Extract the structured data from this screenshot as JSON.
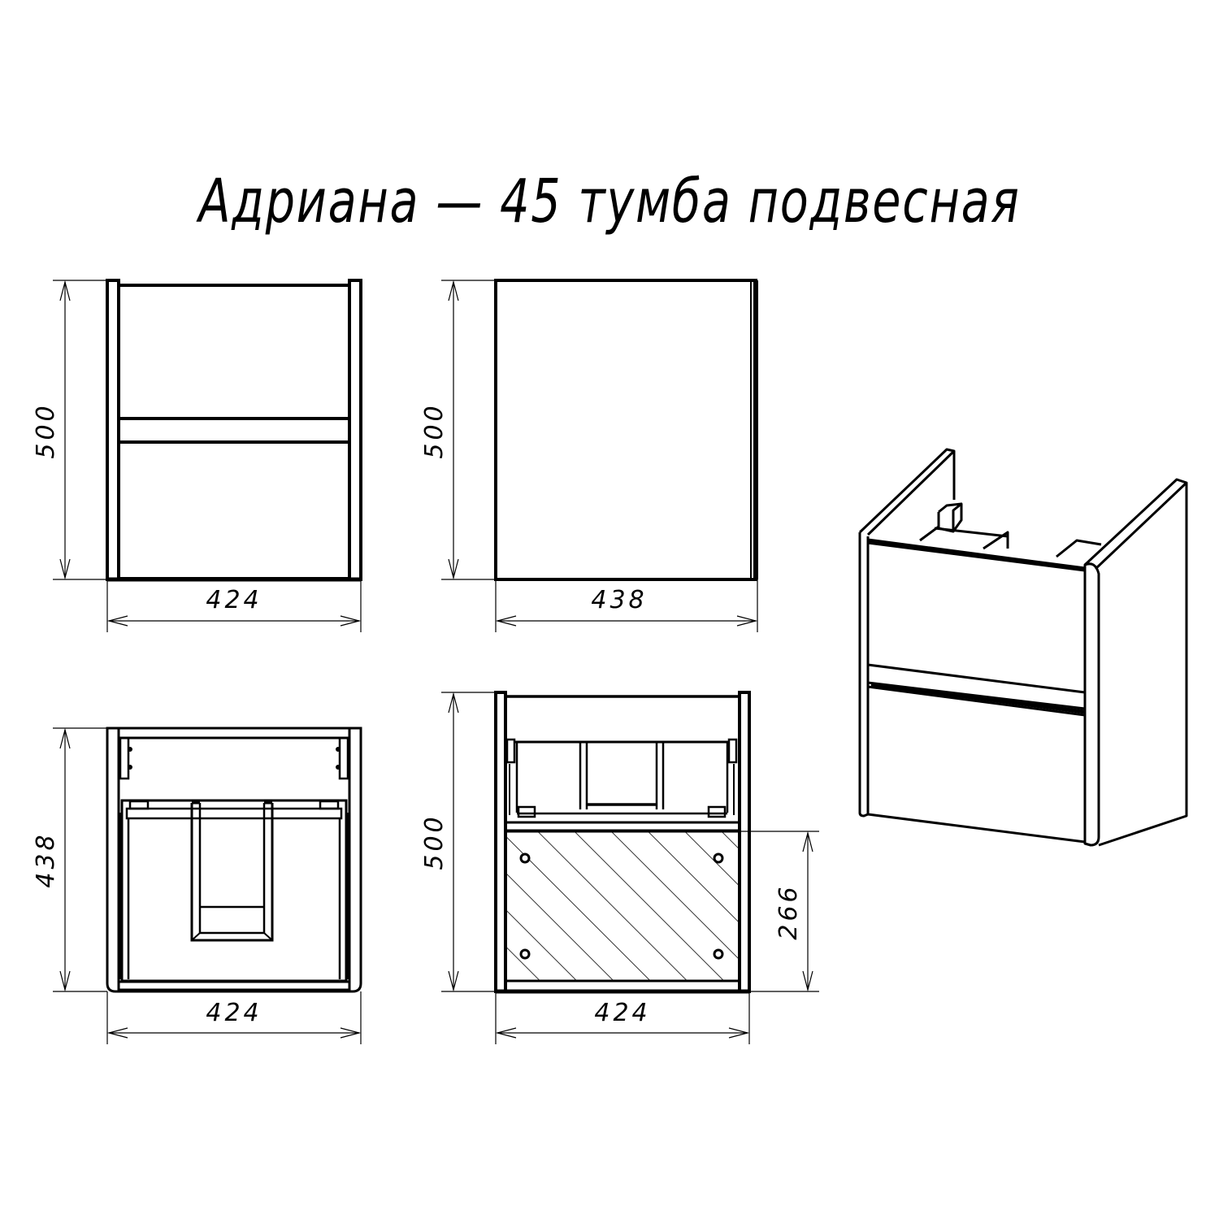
{
  "title": "Адриана — 45 тумба подвесная",
  "colors": {
    "line": "#000000",
    "background": "#ffffff"
  },
  "views": {
    "front": {
      "width_label": "424",
      "height_label": "500"
    },
    "side": {
      "width_label": "438",
      "height_label": "500"
    },
    "top": {
      "width_label": "424",
      "height_label": "438"
    },
    "back": {
      "width_label": "424",
      "height_label": "500",
      "mount_panel_label": "266"
    },
    "isometric": {
      "label": ""
    }
  }
}
